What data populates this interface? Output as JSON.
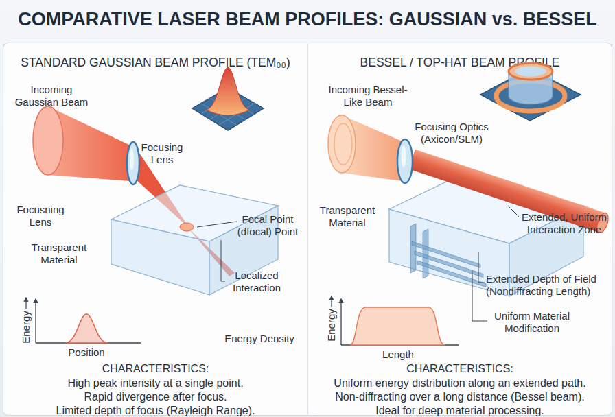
{
  "diagram": {
    "title": "COMPARATIVE LASER BEAM PROFILES: GAUSSIAN vs. BESSEL",
    "nodes": [
      {
        "text": [
          "STANDARD GAUSSIAN BEAM PROFILE (TEM₀₀)",
          "CHARACTERISTICS:",
          "High peak intensity at a single point.",
          "Rapid divergence after focus.",
          "Limited depth of focus (Rayleigh Range)."
        ]
      },
      {
        "text": [
          "BESSEL / TOP-HAT BEAM PROFILE",
          "CHARACTERISTICS:",
          "Uniform energy distribution along an extended path.",
          "Non-diffracting over a long distance (Bessel beam).",
          "Ideal for deep material processing."
        ]
      }
    ],
    "labels": [
      "Incoming Gaussian Beam",
      "Focusing Lens",
      "Focusning Lens",
      "Transparent Material",
      "Focal Point (dfocal) Point",
      "Localized Interaction",
      "Energy",
      "Position",
      "Energy Density",
      "Incoming Bessel-Like Beam",
      "Focusing Optics (Axicon/SLM)",
      "Transparent Material",
      "Extended, Uniform Interaction Zone",
      "Extended Depth of Field (Nondiffracting Length)",
      "Uniform Material Modification",
      "Energy",
      "Length"
    ]
  }
}
